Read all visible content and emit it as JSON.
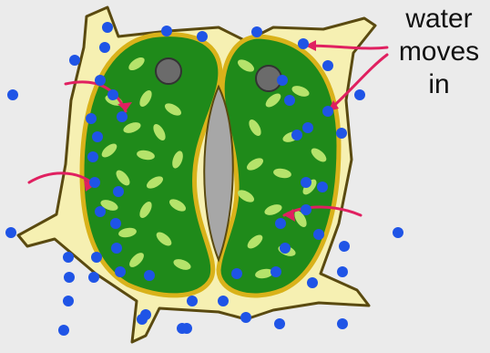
{
  "label": {
    "line1": "water",
    "line2": "moves",
    "line3": "in"
  },
  "colors": {
    "background": "#ebebeb",
    "cell_wall": "#f6f0b2",
    "cell_outline": "#5a4a10",
    "chloroplast_fill": "#1f8a1a",
    "chloroplast_body": "#b5e36b",
    "vacuole_membrane": "#d9b21a",
    "pore": "#a7a7a7",
    "water_molecule": "#1f54e6",
    "arrow": "#e02060",
    "nucleus": "#6b6b6b"
  },
  "icons": {
    "nucleus": "nucleus-icon",
    "water": "water-molecule-icon",
    "arrow": "inflow-arrow-icon"
  }
}
